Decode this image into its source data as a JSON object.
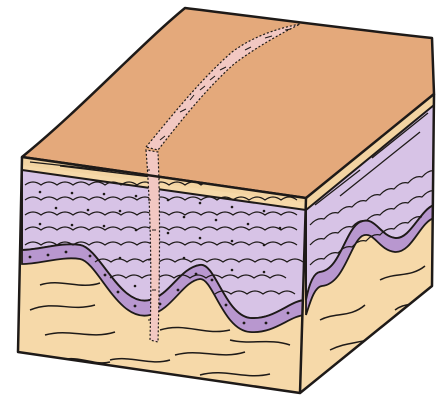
{
  "figure": {
    "colors": {
      "outline": "#1e1a18",
      "top_surface": "#e4a97b",
      "stratum_corneum": "#f3d4a2",
      "epidermis_cells": "#d7c3e6",
      "basal_layer": "#b897cf",
      "dermis": "#f6d9a9",
      "scratch": "#f2c8c2",
      "background": "#ffffff"
    },
    "icons": [
      "skin-block",
      "epidermis-cells",
      "basal-layer",
      "dermis-fibers",
      "scratch-wound"
    ]
  }
}
